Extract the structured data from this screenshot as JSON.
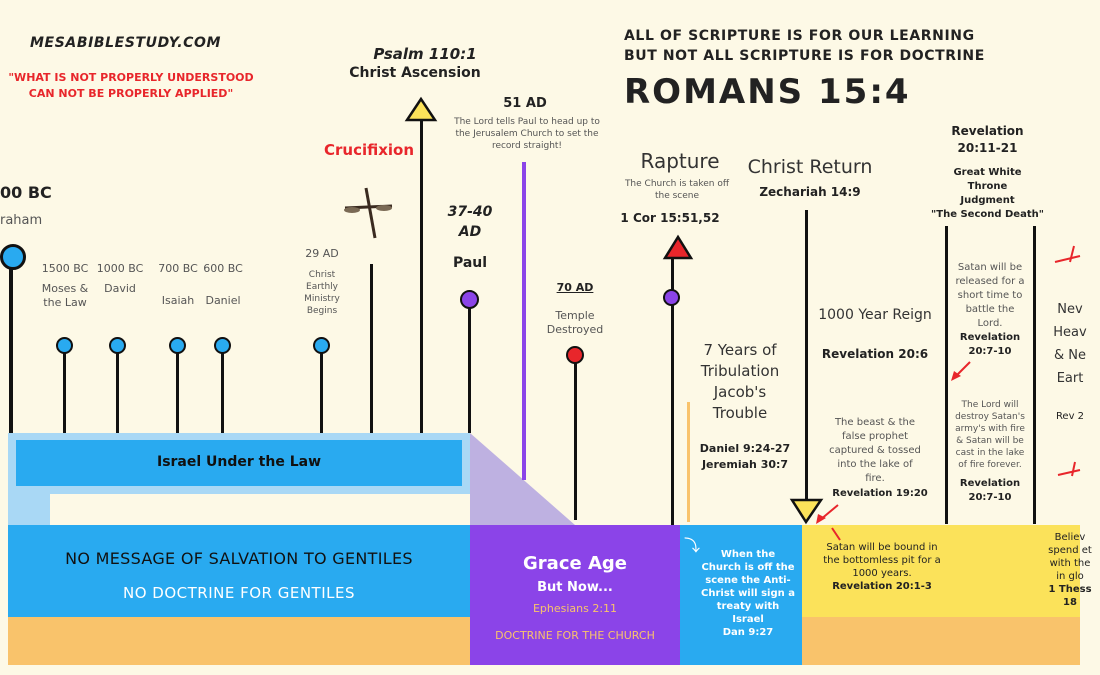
{
  "header": {
    "site": "MESABIBLESTUDY.COM",
    "quote_line1": "\"WHAT IS NOT PROPERLY UNDERSTOOD",
    "quote_line2": "CAN NOT BE PROPERLY APPLIED\"",
    "scripture_line1": "ALL OF SCRIPTURE IS FOR OUR LEARNING",
    "scripture_line2": "BUT NOT ALL SCRIPTURE IS FOR DOCTRINE",
    "romans": "ROMANS 15:4"
  },
  "events": {
    "abraham_year": "00 BC",
    "abraham_name": "raham",
    "moses_year": "1500 BC",
    "moses_l1": "Moses &",
    "moses_l2": "the Law",
    "david_year": "1000 BC",
    "david_name": "David",
    "isaiah_year": "700 BC",
    "isaiah_name": "Isaiah",
    "daniel_year": "600 BC",
    "daniel_name": "Daniel",
    "ministry_year": "29 AD",
    "ministry_l1": "Christ",
    "ministry_l2": "Earthly",
    "ministry_l3": "Ministry",
    "ministry_l4": "Begins",
    "crucifixion": "Crucifixion",
    "psalm": "Psalm 110:1",
    "ascension": "Christ Ascension",
    "paul_years1": "37-40",
    "paul_years2": "AD",
    "paul": "Paul",
    "ad51": "51 AD",
    "ad51_l1": "The Lord tells Paul to head up to",
    "ad51_l2": "the Jerusalem Church to set the",
    "ad51_l3": "record straight!",
    "ad70": "70 AD",
    "temple_l1": "Temple",
    "temple_l2": "Destroyed",
    "rapture": "Rapture",
    "rapture_l1": "The Church is taken off",
    "rapture_l2": "the  scene",
    "rapture_ref": "1 Cor 15:51,52",
    "trib_l1": "7 Years of",
    "trib_l2": "Tribulation",
    "trib_l3": "Jacob's",
    "trib_l4": "Trouble",
    "trib_ref1": "Daniel 9:24-27",
    "trib_ref2": "Jeremiah 30:7",
    "return": "Christ Return",
    "return_ref": "Zechariah 14:9",
    "reign": "1000 Year Reign",
    "reign_ref": "Revelation 20:6",
    "beast_l1": "The beast & the",
    "beast_l2": "false prophet",
    "beast_l3": "captured & tossed",
    "beast_l4": "into the lake of",
    "beast_l5": "fire.",
    "beast_ref": "Revelation 19:20",
    "rev_title1": "Revelation",
    "rev_title2": "20:11-21",
    "gwt_l1": "Great White",
    "gwt_l2": "Throne",
    "gwt_l3": "Judgment",
    "gwt_l4": "\"The Second Death\"",
    "release_l1": "Satan will be",
    "release_l2": "released for a",
    "release_l3": "short time to",
    "release_l4": "battle the",
    "release_l5": "Lord.",
    "release_ref1": "Revelation",
    "release_ref2": "20:7-10",
    "destroy_l1": "The Lord will",
    "destroy_l2": "destroy Satan's",
    "destroy_l3": "army's with fire",
    "destroy_l4": "& Satan will be",
    "destroy_l5": "cast in the lake",
    "destroy_l6": "of fire forever.",
    "destroy_ref1": "Revelation",
    "destroy_ref2": "20:7-10",
    "new_l1": "Nev",
    "new_l2": "Heav",
    "new_l3": "& Ne",
    "new_l4": "Eart",
    "new_ref": "Rev 2"
  },
  "bands": {
    "israel": "Israel Under the Law",
    "no_msg": "NO MESSAGE OF SALVATION TO GENTILES",
    "no_doc": "NO DOCTRINE FOR GENTILES",
    "grace": "Grace Age",
    "but_now": "But Now...",
    "eph": "Ephesians 2:11",
    "doctrine_church": "DOCTRINE FOR THE CHURCH",
    "treaty_l1": "When the",
    "treaty_l2": "Church is off the",
    "treaty_l3": "scene the Anti-",
    "treaty_l4": "Christ will sign a",
    "treaty_l5": "treaty with",
    "treaty_l6": "Israel",
    "treaty_ref": "Dan 9:27",
    "bound_l1": "Satan will be bound in",
    "bound_l2": "the bottomless pit for a",
    "bound_l3": "1000 years.",
    "bound_ref": "Revelation 20:1-3",
    "believ_l1": "Believ",
    "believ_l2": "spend et",
    "believ_l3": "with the",
    "believ_l4": "in glo",
    "believ_l5": "1 Thess",
    "believ_l6": "18"
  },
  "colors": {
    "blue": "#29aaf0",
    "purple": "#8b44e8",
    "yellow": "#fbe25a",
    "orange": "#f9c36b",
    "red": "#e8262b"
  }
}
